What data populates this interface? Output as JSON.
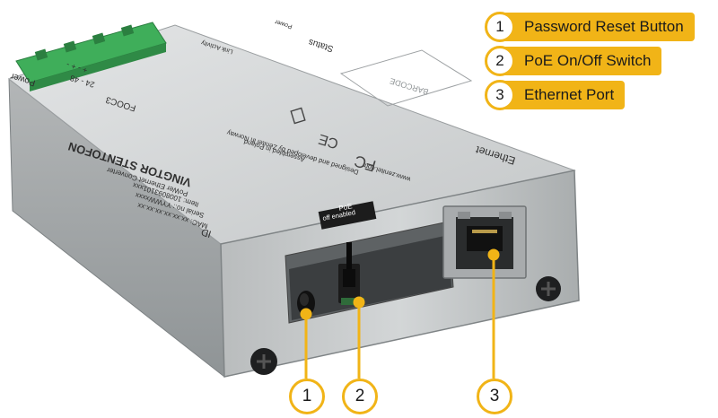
{
  "legend": [
    {
      "num": "1",
      "label": "Password Reset Button"
    },
    {
      "num": "2",
      "label": "PoE On/Off Switch"
    },
    {
      "num": "3",
      "label": "Ethernet Port"
    }
  ],
  "callouts": [
    "1",
    "2",
    "3"
  ],
  "device": {
    "brand": "VINGTOR STENTOFON",
    "product_code": "FOOC3",
    "product_name": "PoWer Ethernet Converter",
    "item_no": "Item: 1008093101xxx",
    "serial_no": "Serial no.: YYWWxxxx",
    "mac": "MAC: xx.xx.xx.xx.xx.xx",
    "designed": "Designed and developed by Zenitel in Norway",
    "assembled": "Assembled in Poland",
    "website": "www.zenitel.com",
    "barcode_label": "BARCODE",
    "ethernet_label": "Ethernet",
    "power_label": "Power",
    "status_label": "Status",
    "link_activity": "Link Activity",
    "power_indicator": "Power",
    "poe_label": "PoE",
    "poe_states": "off  enabled",
    "id_label": "ID",
    "voltage": "24 - 48",
    "pinout": "+  -  +  -"
  },
  "colors": {
    "accent": "#f1b417",
    "metal": "#c9cccd",
    "metal_dark": "#8f9496",
    "terminal_green": "#3fae5a"
  }
}
